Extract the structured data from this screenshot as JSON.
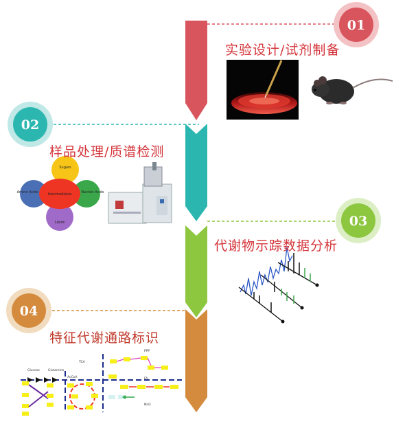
{
  "steps": [
    {
      "number": "01",
      "title": "实验设计/试剂制备",
      "color": "#d9555d",
      "ring": "#f3c2c4"
    },
    {
      "number": "02",
      "title": "样品处理/质谱检测",
      "color": "#2cb6b0",
      "ring": "#bfe8e6"
    },
    {
      "number": "03",
      "title": "代谢物示踪数据分析",
      "color": "#8dc63f",
      "ring": "#dcefc4"
    },
    {
      "number": "04",
      "title": "特征代谢通路标识",
      "color": "#d48b3d",
      "ring": "#f2dcc0"
    }
  ],
  "petals": {
    "center": "Intermediates",
    "top": "Sugars",
    "left": "Amino Acids",
    "right": "Nucleic Acids",
    "bottom": "Lipids"
  },
  "colors": {
    "title_text": "#d4343a",
    "step4_title": "#c0392b"
  }
}
